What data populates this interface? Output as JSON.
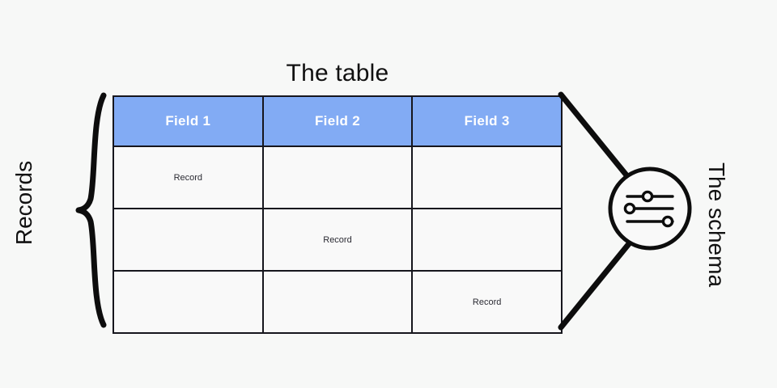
{
  "diagram": {
    "title": "The table",
    "background_color": "#f7f8f7",
    "line_color": "#16161d",
    "header_fill": "#82abf4",
    "header_text_color": "#ffffff"
  },
  "table": {
    "columns": [
      "Field 1",
      "Field 2",
      "Field 3"
    ],
    "rows": [
      {
        "cells": [
          "Record",
          "",
          ""
        ]
      },
      {
        "cells": [
          "",
          "Record",
          ""
        ]
      },
      {
        "cells": [
          "",
          "",
          "Record"
        ]
      }
    ]
  },
  "annotations": {
    "records": {
      "label": "Records",
      "icon": "curly-brace-left"
    },
    "schema": {
      "label": "The schema",
      "icon": "sliders-icon",
      "connector": "wedge-arrow"
    }
  },
  "sliders": [
    {
      "name": "slider-track-1",
      "knob_position": "center"
    },
    {
      "name": "slider-track-2",
      "knob_position": "left"
    },
    {
      "name": "slider-track-3",
      "knob_position": "right"
    }
  ]
}
